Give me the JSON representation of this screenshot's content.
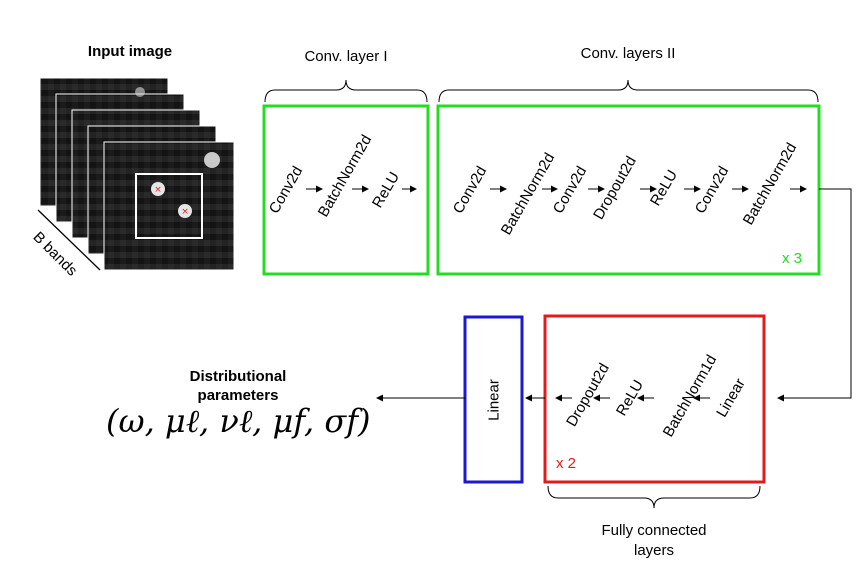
{
  "input": {
    "title": "Input image",
    "bands_label": "B bands"
  },
  "conv1": {
    "header": "Conv. layer I",
    "ops": [
      "Conv2d",
      "BatchNorm2d",
      "ReLU"
    ]
  },
  "conv2": {
    "header": "Conv. layers II",
    "ops": [
      "Conv2d",
      "BatchNorm2d",
      "Conv2d",
      "Dropout2d",
      "ReLU",
      "Conv2d",
      "BatchNorm2d"
    ],
    "repeat": "x 3"
  },
  "fc": {
    "ops": [
      "Linear",
      "BatchNorm1d",
      "ReLU",
      "Dropout2d"
    ],
    "repeat": "x 2",
    "footer_line1": "Fully connected",
    "footer_line2": "layers"
  },
  "output": {
    "linear_label": "Linear",
    "title_line1": "Distributional",
    "title_line2": "parameters",
    "formula": "(ω, μℓ, νℓ, μf, σf)"
  },
  "colors": {
    "conv": "#22dd22",
    "fc": "#e01b1b",
    "linear": "#1a1acc",
    "repeat_conv": "#22dd22",
    "repeat_fc": "#e01b1b"
  }
}
